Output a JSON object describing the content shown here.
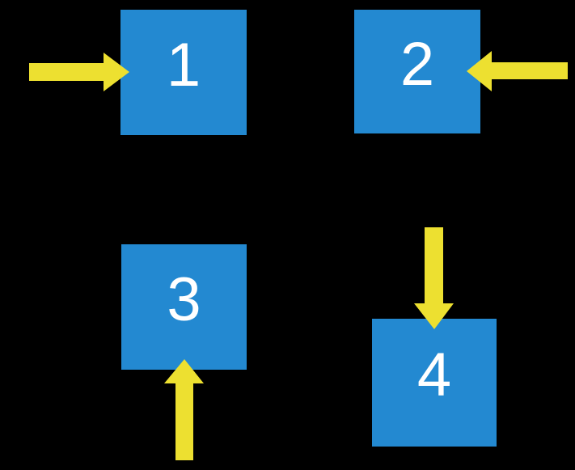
{
  "diagram": {
    "background": "#000000",
    "colors": {
      "square": "#2389D1",
      "arrow": "#EDE030",
      "digit": "#FFFFFF"
    },
    "squares": [
      {
        "label": "1",
        "arrow_direction": "right",
        "arrow_from": "left"
      },
      {
        "label": "2",
        "arrow_direction": "left",
        "arrow_from": "right"
      },
      {
        "label": "3",
        "arrow_direction": "up",
        "arrow_from": "below"
      },
      {
        "label": "4",
        "arrow_direction": "down",
        "arrow_from": "above"
      }
    ]
  }
}
